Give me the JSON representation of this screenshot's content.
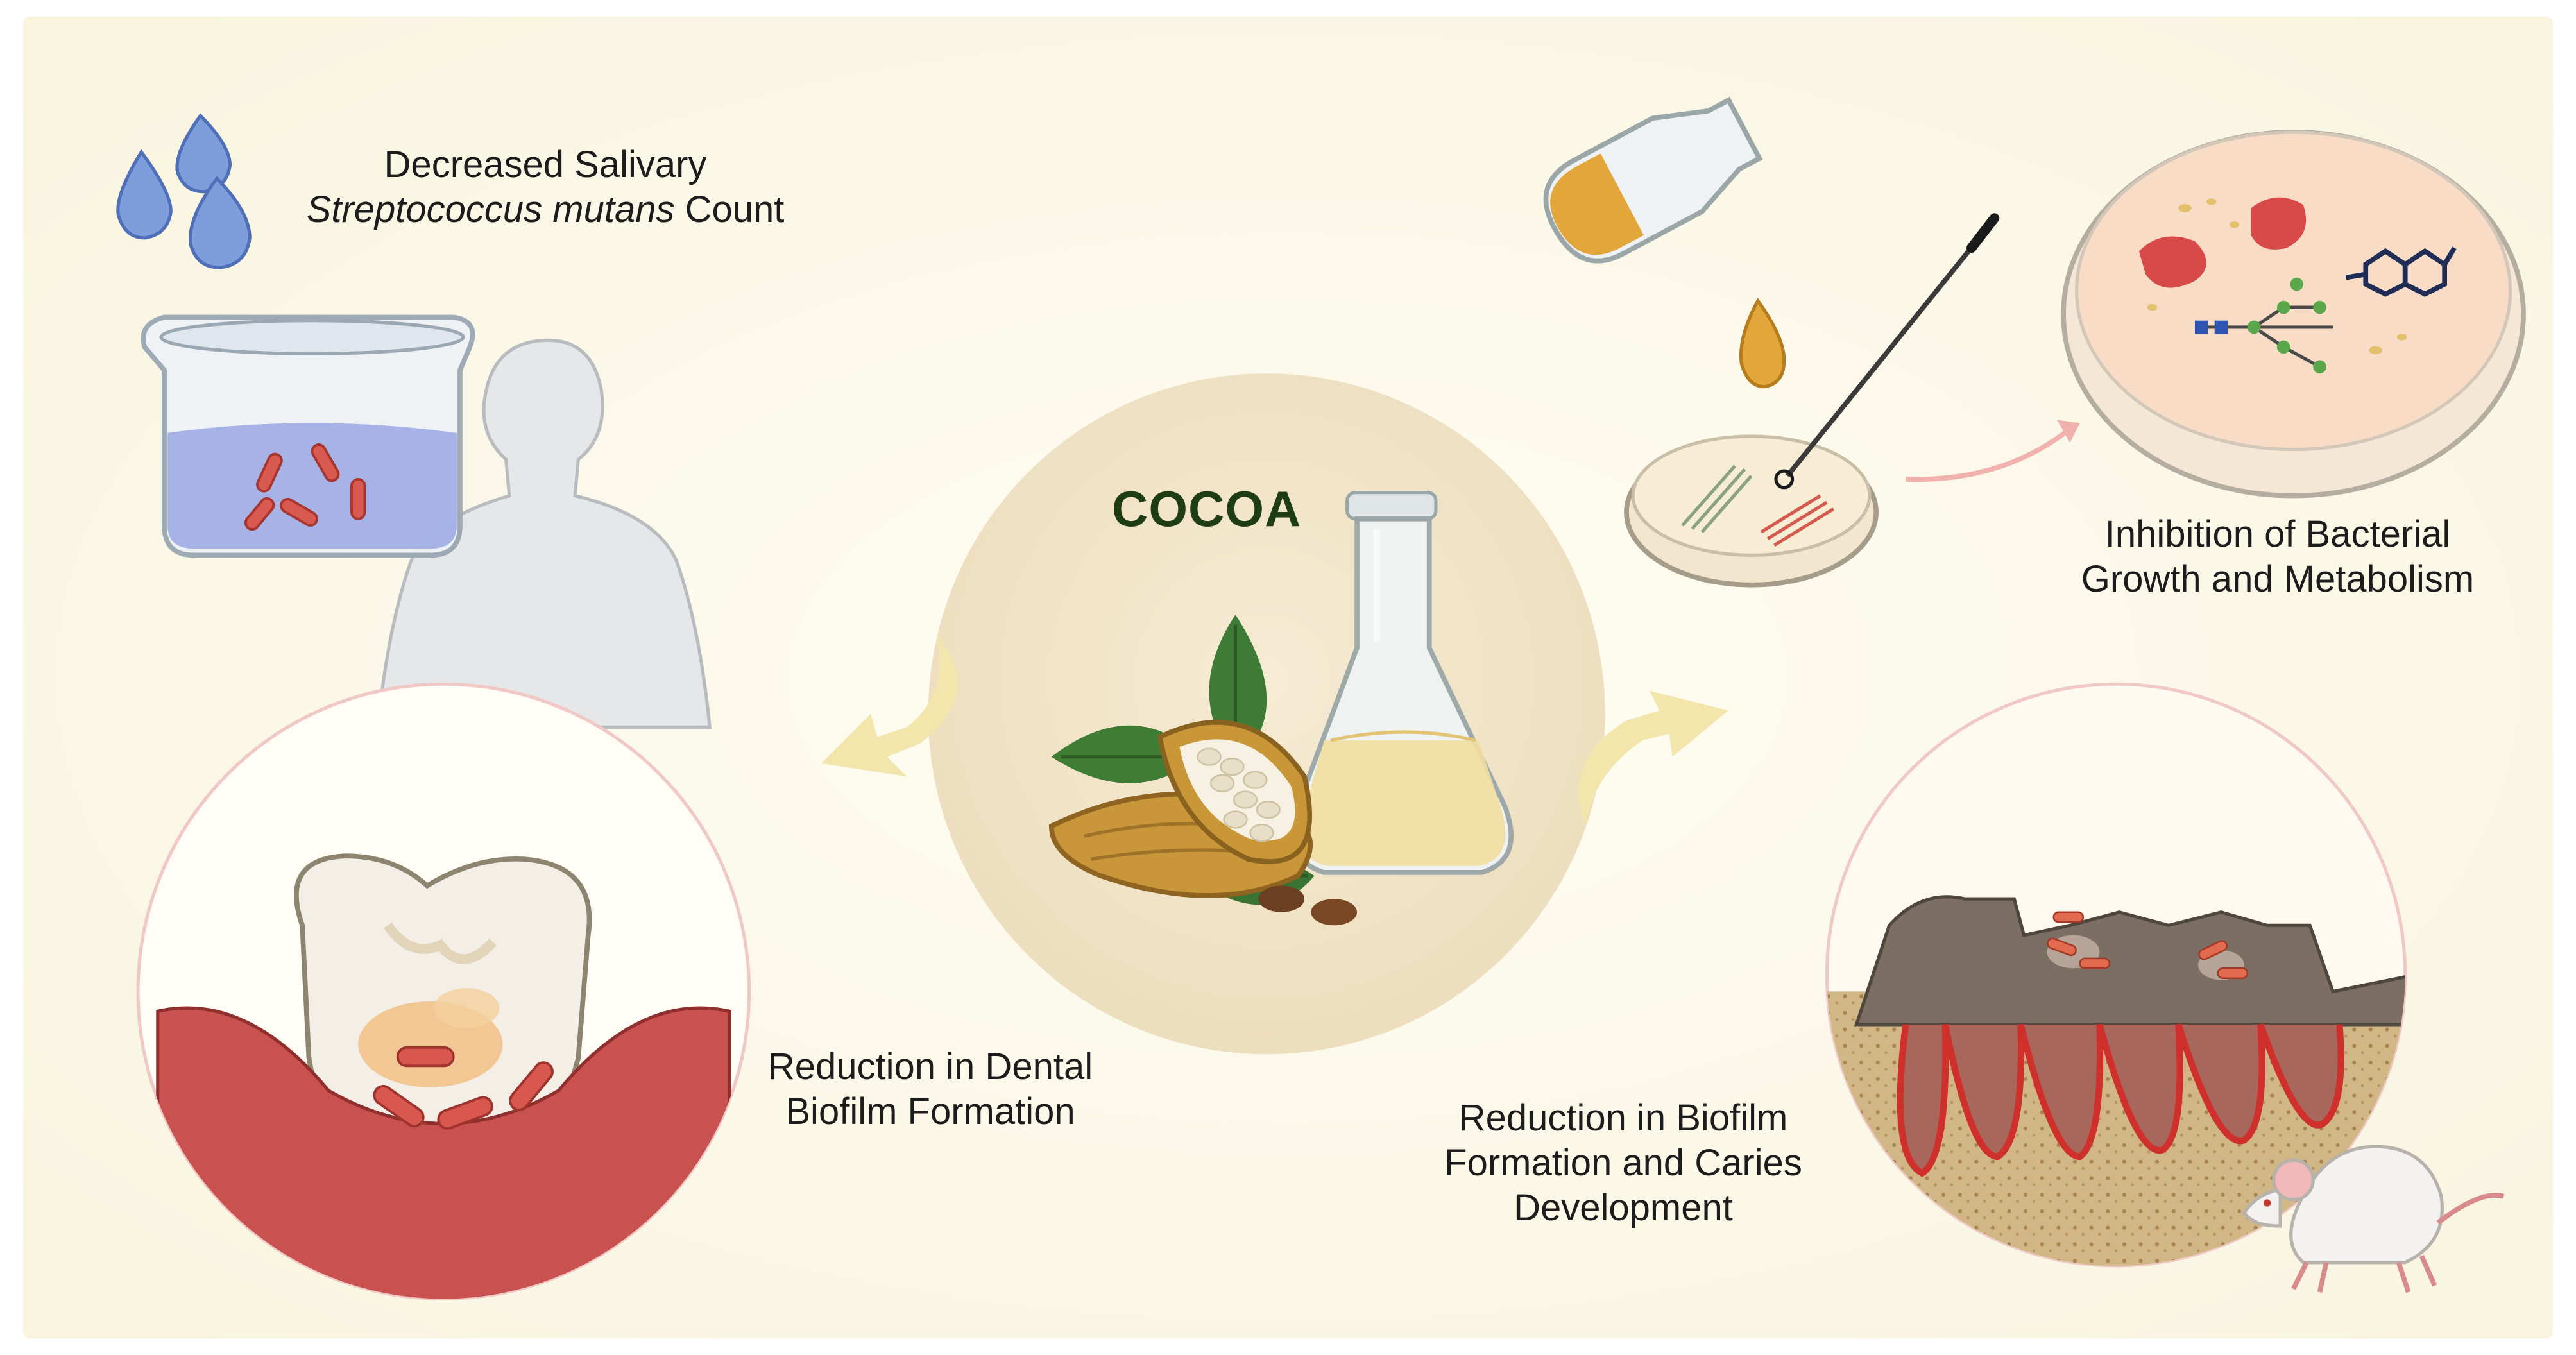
{
  "center": {
    "title": "COCOA"
  },
  "panels": {
    "salivary": {
      "line1": "Decreased Salivary",
      "line2_italic": "Streptococcus mutans",
      "line2_rest": " Count"
    },
    "bacterial": {
      "line1": "Inhibition of Bacterial",
      "line2": "Growth and Metabolism"
    },
    "dental_biofilm": {
      "line1": "Reduction in Dental",
      "line2": "Biofilm Formation"
    },
    "caries": {
      "line1": "Reduction in Biofilm",
      "line2": "Formation and Caries",
      "line3": "Development"
    }
  },
  "colors": {
    "background": "#fbf8ea",
    "center_circle": "#efe2c6",
    "arrow": "#f2e4a8",
    "gum": "#c9504e",
    "bacteria": "#d9574f",
    "drop": "#7f9fdc",
    "cocoa_pod": "#c79a3a",
    "leaf": "#3f7d35",
    "liquid": "#eedca0"
  },
  "icons": [
    "water-drops-icon",
    "beaker-with-bacteria-icon",
    "human-figure-icon",
    "tooth-with-biofilm-icon",
    "cocoa-pod-icon",
    "erlenmeyer-flask-icon",
    "pouring-flask-icon",
    "inoculation-loop-icon",
    "petri-dish-icon",
    "molecule-icon",
    "rat-icon",
    "jaw-teeth-cross-section-icon"
  ]
}
